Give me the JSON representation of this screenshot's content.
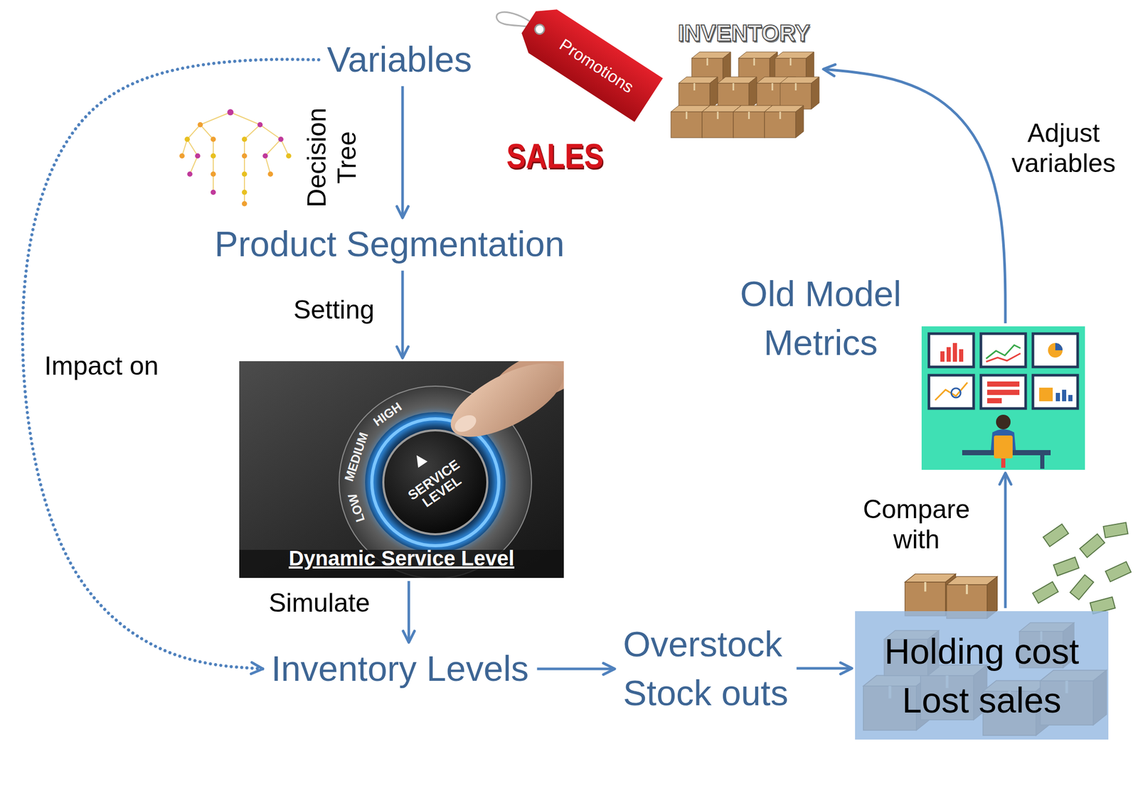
{
  "diagram": {
    "nodes": [
      {
        "text": [
          "Variables"
        ]
      },
      {
        "text": [
          "Product Segmentation"
        ]
      },
      {
        "text": [
          "Dynamic Service Level"
        ]
      },
      {
        "text": [
          "Inventory Levels"
        ]
      },
      {
        "text": [
          "Overstock",
          "Stock outs"
        ]
      },
      {
        "text": [
          "Holding cost",
          "Lost sales"
        ]
      },
      {
        "text": [
          "Old Model Metrics"
        ]
      },
      {
        "text": [
          "INVENTORY"
        ]
      }
    ],
    "edges": [
      {
        "from": 0,
        "to": 1,
        "arrow": "to",
        "label": "Decision Tree"
      },
      {
        "from": 1,
        "to": 2,
        "arrow": "to",
        "label": "Setting"
      },
      {
        "from": 2,
        "to": 3,
        "arrow": "to",
        "label": "Simulate"
      },
      {
        "from": 3,
        "to": 4,
        "arrow": "to"
      },
      {
        "from": 4,
        "to": 5,
        "arrow": "to"
      },
      {
        "from": 5,
        "to": 6,
        "arrow": "to",
        "label": "Compare with"
      },
      {
        "from": 6,
        "to": 7,
        "arrow": "to",
        "label": "Adjust variables"
      },
      {
        "from": 0,
        "to": 3,
        "arrow": "to",
        "label": "Impact on"
      }
    ],
    "labels": [
      "Promotions",
      "SALES",
      "HIGH",
      "MEDIUM",
      "LOW",
      "SERVICE LEVEL"
    ]
  }
}
